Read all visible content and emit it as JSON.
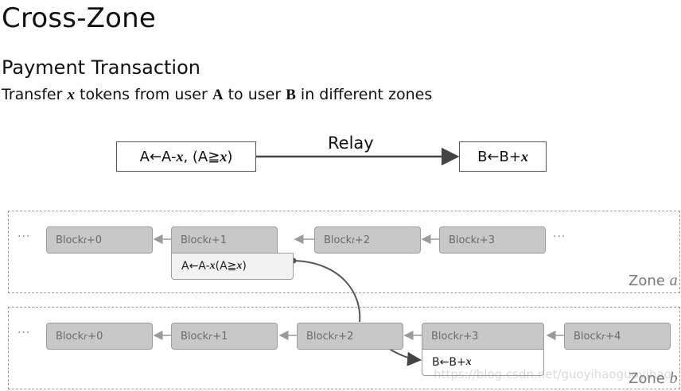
{
  "title": "Cross-Zone",
  "subtitle": "Payment Transaction",
  "description": {
    "part1": "Transfer ",
    "x": "x",
    "part2": " tokens from user ",
    "A": "A",
    "part3": " to user ",
    "B": "B",
    "part4": " in different zones"
  },
  "top": {
    "box_a": {
      "pre": "A←A- ",
      "x": "x",
      "mid": " , (A≧",
      "x2": "x",
      "post": ")"
    },
    "relay": "Relay",
    "box_b": {
      "pre": "B←B+ ",
      "x": "x"
    }
  },
  "zone_a": {
    "label_prefix": "Zone ",
    "label_var": "a",
    "ellipsis_left": "···",
    "ellipsis_right": "···",
    "blocks": [
      {
        "prefix": "Block ",
        "var": "t",
        "suffix": "+0"
      },
      {
        "prefix": "Block ",
        "var": "t",
        "suffix": "+1"
      },
      {
        "prefix": "Block ",
        "var": "t",
        "suffix": "+2"
      },
      {
        "prefix": "Block ",
        "var": "t",
        "suffix": "+3"
      }
    ],
    "tx": {
      "pre": "A←A- ",
      "x": "x",
      "mid": " (A≧ ",
      "x2": "x",
      "post": ")"
    }
  },
  "zone_b": {
    "label_prefix": "Zone ",
    "label_var": "b",
    "ellipsis_left": "···",
    "blocks": [
      {
        "prefix": "Block ",
        "var": "r",
        "suffix": "+0"
      },
      {
        "prefix": "Block ",
        "var": "r",
        "suffix": "+1"
      },
      {
        "prefix": "Block ",
        "var": "r",
        "suffix": "+2"
      },
      {
        "prefix": "Block ",
        "var": "r",
        "suffix": "+3"
      },
      {
        "prefix": "Block ",
        "var": "r",
        "suffix": "+4"
      }
    ],
    "tx": {
      "pre": "B←B+",
      "x": "x"
    }
  },
  "watermark": "https://blog.csdn.net/guoyihaoguoyihao"
}
